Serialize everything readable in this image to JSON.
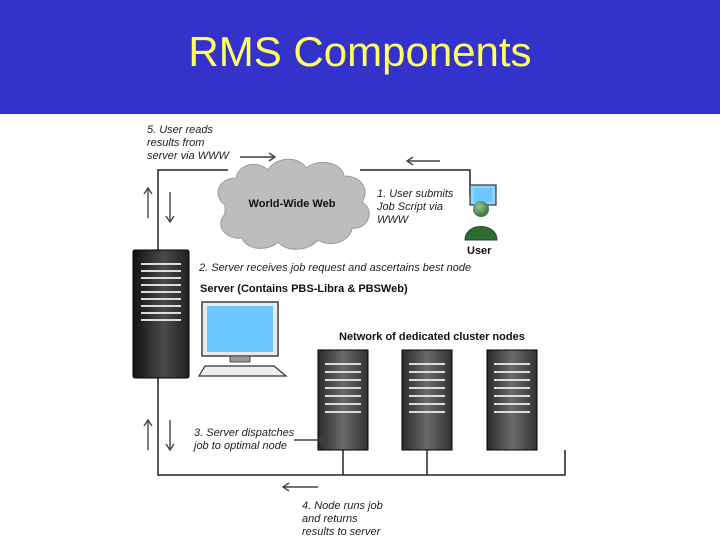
{
  "slide": {
    "title": "RMS Components"
  },
  "diagram": {
    "cloud_label": "World-Wide Web",
    "user_label": "User",
    "server_label": "Server (Contains PBS-Libra & PBSWeb)",
    "network_label": "Network of dedicated cluster nodes",
    "steps": [
      {
        "lines": [
          "1. User submits",
          "Job Script via",
          "WWW"
        ]
      },
      {
        "lines": [
          "2. Server receives job request and ascertains best node"
        ]
      },
      {
        "lines": [
          "3. Server dispatches",
          "job to optimal node"
        ]
      },
      {
        "lines": [
          "4. Node runs job",
          "and returns",
          "results to server"
        ]
      },
      {
        "lines": [
          "5. User reads",
          "results from",
          "server via WWW"
        ]
      }
    ]
  },
  "colors": {
    "title_bg": "#3333cc",
    "title_text": "#ffff66",
    "cloud": "#bdbdbd",
    "monitor_screen": "#6cc6ff",
    "server_body": "#333333"
  }
}
